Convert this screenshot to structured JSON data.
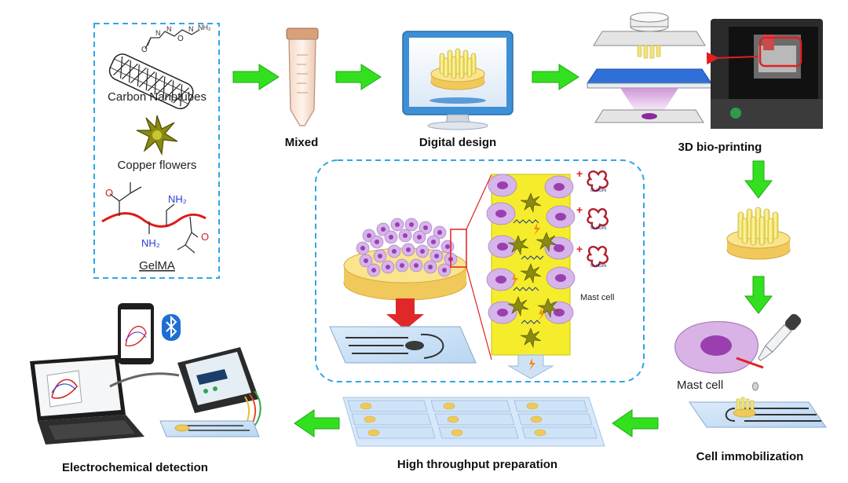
{
  "materials": {
    "carbon_nanotubes": "Carbon Nanotubes",
    "copper_flowers": "Copper flowers",
    "gelma": "GelMA",
    "nh2_top": "NH₂",
    "nh2_bottom": "NH₂",
    "o_left": "O",
    "o_right": "O",
    "cnt_group": "NH₂"
  },
  "steps": {
    "mixed": "Mixed",
    "digital_design": "Digital design",
    "bioprinting": "3D bio-printing",
    "cell_immobilization": "Cell immobilization",
    "high_throughput": "High throughput preparation",
    "electrochemical": "Electrochemical detection"
  },
  "inset": {
    "mast_cell": "Mast cell",
    "antigen": "GLIADIN"
  },
  "cell_immobilization": {
    "mast_cell": "Mast cell"
  },
  "colors": {
    "arrow_green": "#33e01f",
    "dash_blue": "#2fa6e6",
    "scaffold_yellow": "#f2e266",
    "cell_purple": "#c48ed6",
    "nucleus_purple": "#9b3fb0",
    "gelma_red": "#e01818"
  }
}
